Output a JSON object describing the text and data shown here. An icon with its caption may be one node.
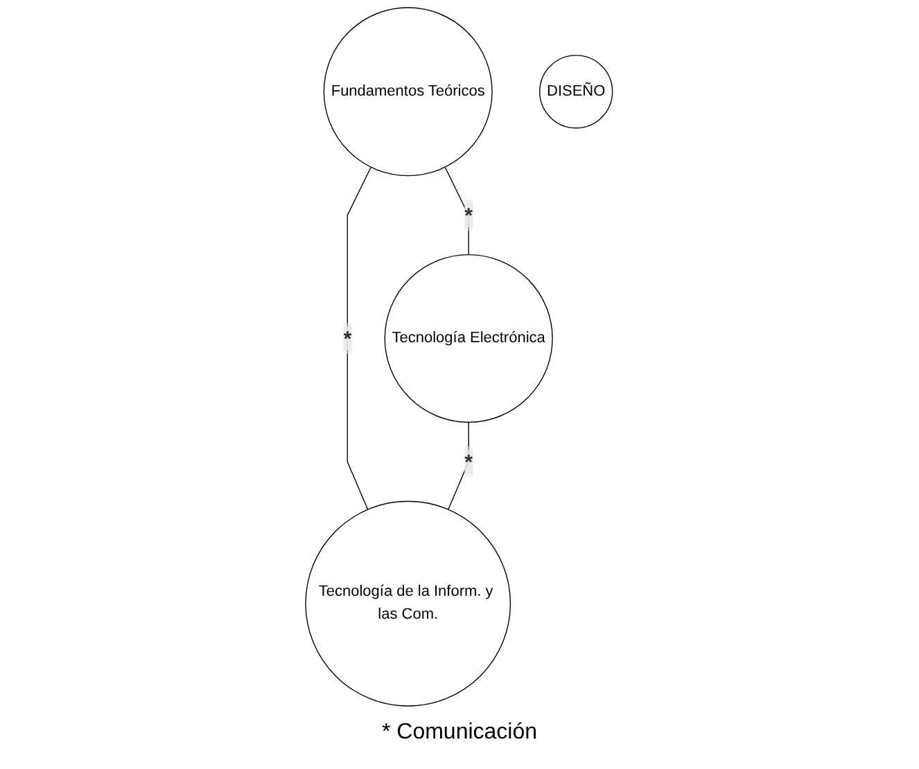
{
  "diagram": {
    "nodes": [
      {
        "text": [
          "Fundamentos Teóricos"
        ]
      },
      {
        "text": [
          "DISEÑO"
        ]
      },
      {
        "text": [
          "Tecnología Electrónica"
        ]
      },
      {
        "text": [
          "Tecnología de la Inform. y las Com."
        ]
      }
    ],
    "edges": [
      {
        "from": 0,
        "to": 2,
        "arrow": "none",
        "label": "*"
      },
      {
        "from": 0,
        "to": 3,
        "arrow": "none",
        "label": "*"
      },
      {
        "from": 2,
        "to": 3,
        "arrow": "none",
        "label": "*"
      }
    ],
    "labels": [
      "* Comunicación"
    ]
  }
}
